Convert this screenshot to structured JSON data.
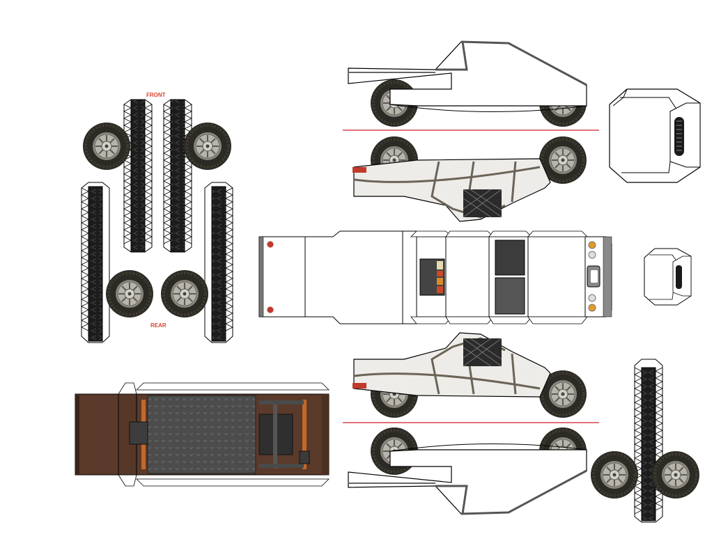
{
  "labels": {
    "front": "FRONT",
    "rear": "REAR"
  },
  "colors": {
    "fold_line": "#d8404f",
    "label": "#d9452b",
    "tire": "#1f1f1f",
    "body": "#ffffff",
    "frame": "#6b6357",
    "floor": "#4a4a4a",
    "brown_panel": "#5a3a2a",
    "orange_rail": "#c2692a"
  },
  "pieces": [
    "front-tread-strip-left",
    "front-tread-strip-right",
    "rear-tread-strip-left",
    "rear-tread-strip-right",
    "front-wheel-left",
    "front-wheel-right",
    "rear-wheel-left",
    "rear-wheel-right",
    "body-side-top",
    "body-side-upper-frame",
    "body-top-panel",
    "body-side-lower-frame",
    "body-side-bottom",
    "cab-front-piece",
    "cab-small-piece",
    "floor-panel",
    "spare-tread-strip",
    "spare-wheel-left",
    "spare-wheel-right"
  ]
}
